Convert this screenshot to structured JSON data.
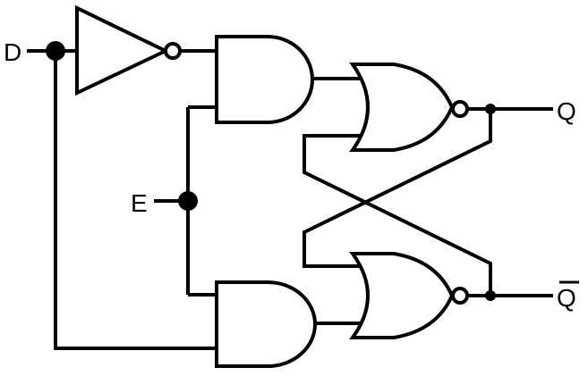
{
  "labels": {
    "d": "D",
    "e": "E",
    "q": "Q",
    "q_bar": "Q"
  }
}
